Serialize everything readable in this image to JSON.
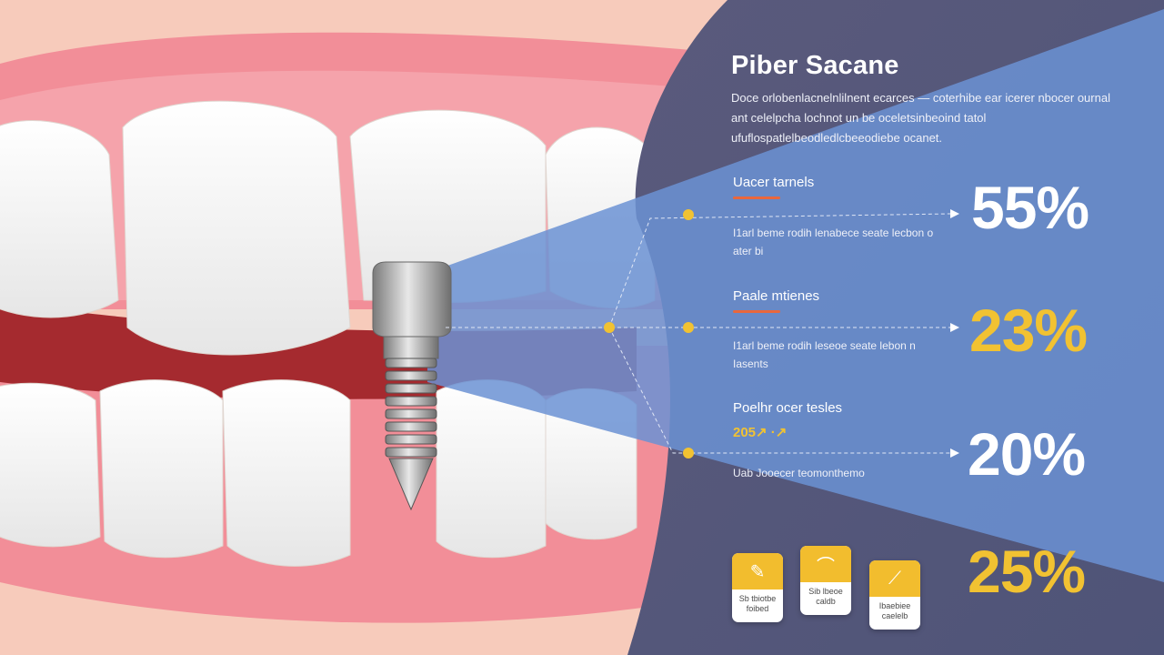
{
  "infographic": {
    "title": "Piber Sacane",
    "intro": "Doce orlobenlacnelnlilnent ecarces — coterhibe ear icerer nbocer ournal ant celelpcha lochnot un be oceletsinbeoind tatol ufuflospatlelbeodledlcbeeodiebe ocanet.",
    "sections": [
      {
        "title": "Uacer tarnels",
        "desc": "I1arl beme rodih lenabece seate lecbon o ater bi",
        "value": "55%",
        "value_color": "#ffffff"
      },
      {
        "title": "Paale mtienes",
        "desc": "I1arl beme rodih leseoe seate lebon n Iasents",
        "value": "23%",
        "value_color": "#f1c232"
      },
      {
        "title": "Poelhr ocer tesles",
        "tag": "205↗ ·↗",
        "desc": "Uab Jooecer teomonthemo",
        "value": "20%",
        "value_color": "#ffffff"
      },
      {
        "value": "25%",
        "value_color": "#f1c232"
      }
    ],
    "cards": [
      {
        "icon": "jaw-icon",
        "glyph": "✎",
        "label": "Sb tbiotbe foibed"
      },
      {
        "icon": "tooth-icon",
        "glyph": "⌒",
        "label": "Sib lbeoe caldb"
      },
      {
        "icon": "implant-tool-icon",
        "glyph": "⟋",
        "label": "Ibaebiee caelelb"
      }
    ]
  },
  "colors": {
    "panel_blue": "#6a8fd0",
    "panel_dark": "#5b5a7c",
    "gum_pink": "#f28e98",
    "accent_yellow": "#f1c232",
    "accent_orange": "#e9673c"
  }
}
